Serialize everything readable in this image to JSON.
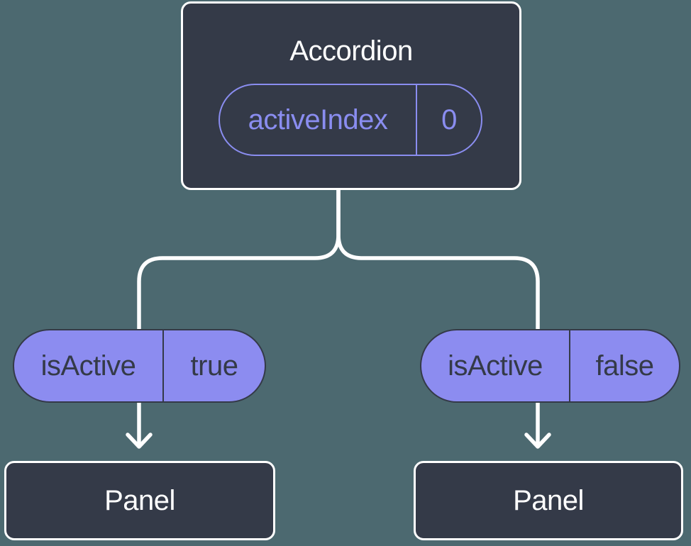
{
  "theme": {
    "bg": "#4C6970",
    "node": "#343A48",
    "accent": "#8A8DF0",
    "accent-fill": "#8C8CF0",
    "line": "#FFFFFF",
    "text-light": "#FFFFFF"
  },
  "tree": {
    "root": {
      "title": "Accordion",
      "prop": {
        "name": "activeIndex",
        "value": "0"
      }
    },
    "children": [
      {
        "prop": {
          "name": "isActive",
          "value": "true"
        },
        "child": {
          "title": "Panel"
        }
      },
      {
        "prop": {
          "name": "isActive",
          "value": "false"
        },
        "child": {
          "title": "Panel"
        }
      }
    ]
  }
}
